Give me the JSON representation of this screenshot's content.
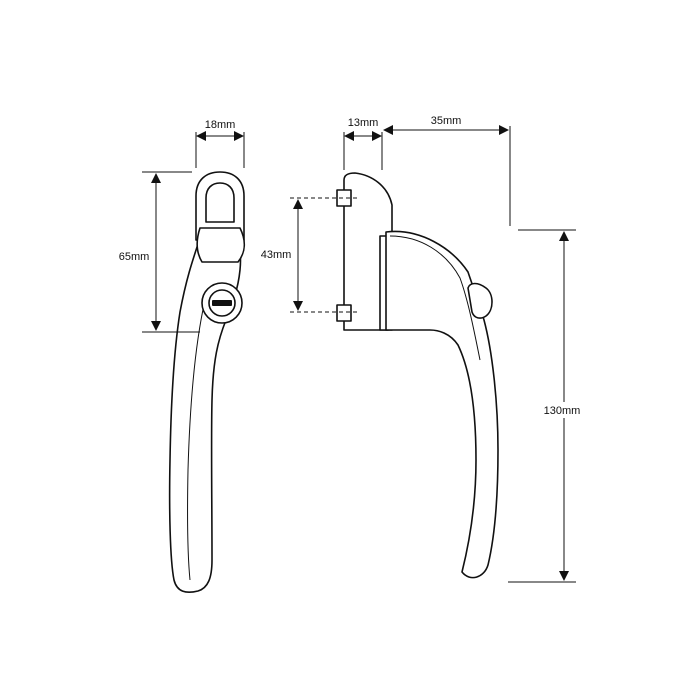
{
  "colors": {
    "line": "#111111",
    "background": "#ffffff"
  },
  "dimensions": {
    "front_width": "18mm",
    "front_height": "65mm",
    "side_base_depth": "13mm",
    "side_offset": "35mm",
    "fixing_centres": "43mm",
    "overall_length": "130mm"
  }
}
